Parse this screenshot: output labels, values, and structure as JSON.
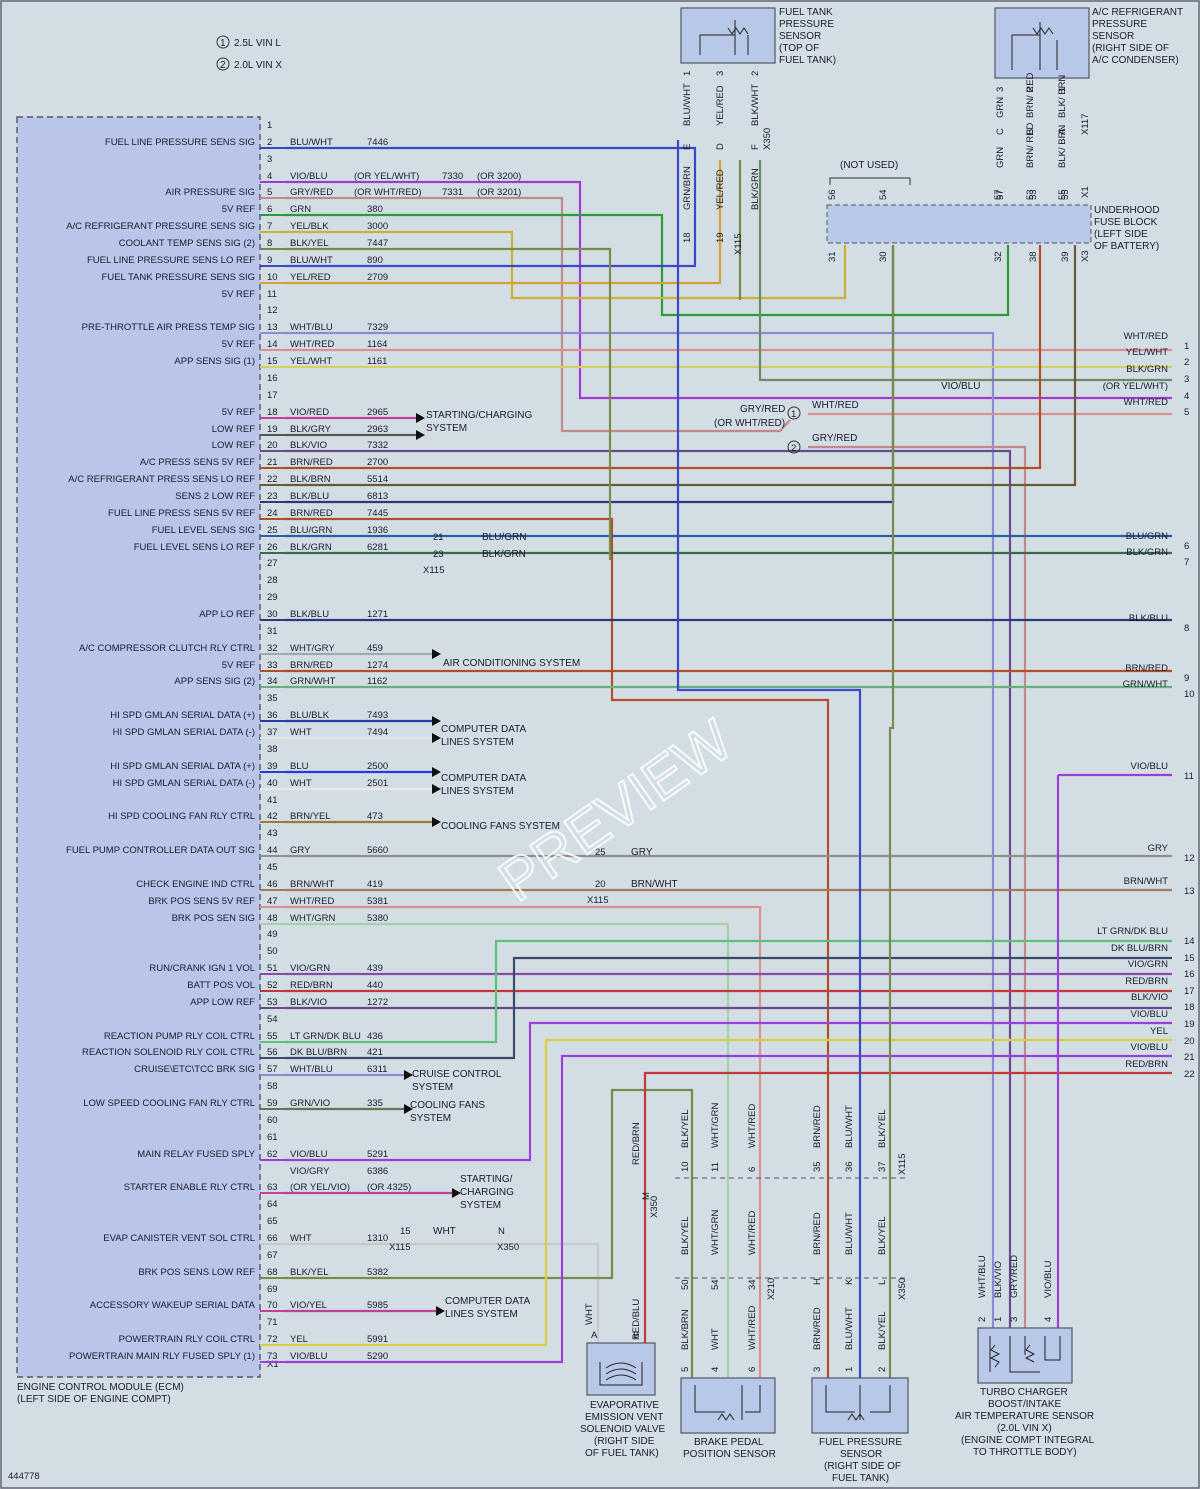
{
  "legend": [
    {
      "num": "1",
      "text": "2.5L VIN L"
    },
    {
      "num": "2",
      "text": "2.0L VIN X"
    }
  ],
  "ecm": {
    "name": "ENGINE CONTROL MODULE (ECM)",
    "location": "(LEFT SIDE OF ENGINE COMPT)",
    "connector": "X1"
  },
  "ecm_rows": [
    {
      "pin": "1"
    },
    {
      "pin": "2",
      "name": "FUEL LINE PRESSURE SENS SIG",
      "color": "BLU/WHT",
      "circuit": "7446",
      "stroke": "#3a49c8"
    },
    {
      "pin": "3"
    },
    {
      "pin": "4",
      "color": "VIO/BLU",
      "alt": "(OR YEL/WHT)",
      "circuit": "7330",
      "circuit_alt": "(OR 3200)",
      "stroke": "#a03ad0"
    },
    {
      "pin": "5",
      "name": "AIR PRESSURE SIG",
      "color": "GRY/RED",
      "alt": "(OR WHT/RED)",
      "circuit": "7331",
      "circuit_alt": "(OR 3201)",
      "stroke": "#c08a8a"
    },
    {
      "pin": "6",
      "name": "5V REF",
      "color": "GRN",
      "circuit": "380",
      "stroke": "#2e9b3a"
    },
    {
      "pin": "7",
      "name": "A/C REFRIGERANT PRESSURE SENS SIG",
      "color": "YEL/BLK",
      "circuit": "3000",
      "stroke": "#c9b23a"
    },
    {
      "pin": "8",
      "name": "COOLANT TEMP SENS SIG (2)",
      "color": "BLK/YEL",
      "circuit": "7447",
      "stroke": "#7a8a4a"
    },
    {
      "pin": "9",
      "name": "FUEL LINE PRESSURE SENS LO REF",
      "color": "BLU/WHT",
      "circuit": "890",
      "stroke": "#3a49c8"
    },
    {
      "pin": "10",
      "name": "FUEL TANK PRESSURE SENS SIG",
      "color": "YEL/RED",
      "circuit": "2709",
      "stroke": "#d8a038"
    },
    {
      "pin": "11",
      "name": "5V REF"
    },
    {
      "pin": "12"
    },
    {
      "pin": "13",
      "name": "PRE-THROTTLE AIR PRESS TEMP SIG",
      "color": "WHT/BLU",
      "circuit": "7329",
      "stroke": "#8a8ad8"
    },
    {
      "pin": "14",
      "name": "5V REF",
      "color": "WHT/RED",
      "circuit": "1164",
      "stroke": "#d89090"
    },
    {
      "pin": "15",
      "name": "APP SENS SIG (1)",
      "color": "YEL/WHT",
      "circuit": "1161",
      "stroke": "#d6d060"
    },
    {
      "pin": "16"
    },
    {
      "pin": "17"
    },
    {
      "pin": "18",
      "name": "5V REF",
      "color": "VIO/RED",
      "circuit": "2965",
      "stroke": "#c0409a"
    },
    {
      "pin": "19",
      "name": "LOW REF",
      "color": "BLK/GRY",
      "circuit": "2963",
      "stroke": "#555"
    },
    {
      "pin": "20",
      "name": "LOW REF",
      "color": "BLK/VIO",
      "circuit": "7332",
      "stroke": "#6a4a8a"
    },
    {
      "pin": "21",
      "name": "A/C PRESS SENS 5V REF",
      "color": "BRN/RED",
      "circuit": "2700",
      "stroke": "#b0502a"
    },
    {
      "pin": "22",
      "name": "A/C REFRIGERANT PRESS SENS LO REF",
      "color": "BLK/BRN",
      "circuit": "5514",
      "stroke": "#6a5a3a"
    },
    {
      "pin": "23",
      "name": "SENS 2 LOW REF",
      "color": "BLK/BLU",
      "circuit": "6813",
      "stroke": "#2a3a7a"
    },
    {
      "pin": "24",
      "name": "FUEL LINE PRESS SENS 5V REF",
      "color": "BRN/RED",
      "circuit": "7445",
      "stroke": "#b0502a"
    },
    {
      "pin": "25",
      "name": "FUEL LEVEL SENS SIG",
      "color": "BLU/GRN",
      "circuit": "1936",
      "stroke": "#2a60a8"
    },
    {
      "pin": "26",
      "name": "FUEL LEVEL SENS LO REF",
      "color": "BLK/GRN",
      "circuit": "6281",
      "stroke": "#3a6a4a"
    },
    {
      "pin": "27"
    },
    {
      "pin": "28"
    },
    {
      "pin": "29"
    },
    {
      "pin": "30",
      "name": "APP LO REF",
      "color": "BLK/BLU",
      "circuit": "1271",
      "stroke": "#2a3a7a"
    },
    {
      "pin": "31"
    },
    {
      "pin": "32",
      "name": "A/C COMPRESSOR CLUTCH RLY CTRL",
      "color": "WHT/GRY",
      "circuit": "459",
      "stroke": "#a0a8b0"
    },
    {
      "pin": "33",
      "name": "5V REF",
      "color": "BRN/RED",
      "circuit": "1274",
      "stroke": "#b0502a"
    },
    {
      "pin": "34",
      "name": "APP SENS SIG (2)",
      "color": "GRN/WHT",
      "circuit": "1162",
      "stroke": "#6ab07a"
    },
    {
      "pin": "35"
    },
    {
      "pin": "36",
      "name": "HI SPD GMLAN SERIAL DATA (+)",
      "color": "BLU/BLK",
      "circuit": "7493",
      "stroke": "#2a3aa8"
    },
    {
      "pin": "37",
      "name": "HI SPD GMLAN SERIAL DATA (-)",
      "color": "WHT",
      "circuit": "7494",
      "stroke": "#e8e8e8"
    },
    {
      "pin": "38"
    },
    {
      "pin": "39",
      "name": "HI SPD GMLAN SERIAL DATA (+)",
      "color": "BLU",
      "circuit": "2500",
      "stroke": "#2a3ae0"
    },
    {
      "pin": "40",
      "name": "HI SPD GMLAN SERIAL DATA (-)",
      "color": "WHT",
      "circuit": "2501",
      "stroke": "#e8e8e8"
    },
    {
      "pin": "41"
    },
    {
      "pin": "42",
      "name": "HI SPD COOLING FAN RLY CTRL",
      "color": "BRN/YEL",
      "circuit": "473",
      "stroke": "#a07a30"
    },
    {
      "pin": "43"
    },
    {
      "pin": "44",
      "name": "FUEL PUMP CONTROLLER DATA OUT SIG",
      "color": "GRY",
      "circuit": "5660",
      "stroke": "#909090"
    },
    {
      "pin": "45"
    },
    {
      "pin": "46",
      "name": "CHECK ENGINE IND CTRL",
      "color": "BRN/WHT",
      "circuit": "419",
      "stroke": "#a07a5a"
    },
    {
      "pin": "47",
      "name": "BRK POS SENS 5V REF",
      "color": "WHT/RED",
      "circuit": "5381",
      "stroke": "#d89090"
    },
    {
      "pin": "48",
      "name": "BRK POS SEN SIG",
      "color": "WHT/GRN",
      "circuit": "5380",
      "stroke": "#a8d0a8"
    },
    {
      "pin": "49"
    },
    {
      "pin": "50"
    },
    {
      "pin": "51",
      "name": "RUN/CRANK IGN 1 VOL",
      "color": "VIO/GRN",
      "circuit": "439",
      "stroke": "#8a4aa8"
    },
    {
      "pin": "52",
      "name": "BATT POS VOL",
      "color": "RED/BRN",
      "circuit": "440",
      "stroke": "#c03a3a"
    },
    {
      "pin": "53",
      "name": "APP LOW REF",
      "color": "BLK/VIO",
      "circuit": "1272",
      "stroke": "#6a4a8a"
    },
    {
      "pin": "54"
    },
    {
      "pin": "55",
      "name": "REACTION PUMP RLY COIL CTRL",
      "color": "LT GRN/DK BLU",
      "circuit": "436",
      "stroke": "#5ac07a"
    },
    {
      "pin": "56",
      "name": "REACTION SOLENOID RLY COIL CTRL",
      "color": "DK BLU/BRN",
      "circuit": "421",
      "stroke": "#3a4a6a"
    },
    {
      "pin": "57",
      "name": "CRUISE\\ETC\\TCC BRK SIG",
      "color": "WHT/BLU",
      "circuit": "6311",
      "stroke": "#8a8ad8"
    },
    {
      "pin": "58"
    },
    {
      "pin": "59",
      "name": "LOW SPEED COOLING FAN RLY CTRL",
      "color": "GRN/VIO",
      "circuit": "335",
      "stroke": "#5a7a5a"
    },
    {
      "pin": "60"
    },
    {
      "pin": "61"
    },
    {
      "pin": "62",
      "name": "MAIN RELAY FUSED SPLY",
      "color": "VIO/BLU",
      "circuit": "5291",
      "stroke": "#9a40d8"
    },
    {
      "pin": "",
      "color": "VIO/GRY",
      "circuit": "6386"
    },
    {
      "pin": "63",
      "name": "STARTER ENABLE RLY CTRL",
      "color": "(OR YEL/VIO)",
      "circuit": "(OR 4325)",
      "stroke": "#c040a0"
    },
    {
      "pin": "64"
    },
    {
      "pin": "65"
    },
    {
      "pin": "66",
      "name": "EVAP CANISTER VENT SOL CTRL",
      "color": "WHT",
      "circuit": "1310",
      "stroke": "#c8c8c8"
    },
    {
      "pin": "67"
    },
    {
      "pin": "68",
      "name": "BRK POS SENS LOW REF",
      "color": "BLK/YEL",
      "circuit": "5382",
      "stroke": "#7a8a4a"
    },
    {
      "pin": "69"
    },
    {
      "pin": "70",
      "name": "ACCESSORY WAKEUP SERIAL DATA",
      "color": "VIO/YEL",
      "circuit": "5985",
      "stroke": "#c0409a"
    },
    {
      "pin": "71"
    },
    {
      "pin": "72",
      "name": "POWERTRAIN RLY COIL CTRL",
      "color": "YEL",
      "circuit": "5991",
      "stroke": "#d8d040"
    },
    {
      "pin": "73",
      "name": "POWERTRAIN MAIN RLY FUSED SPLY (1)",
      "color": "VIO/BLU",
      "circuit": "5290",
      "stroke": "#9a40d8"
    }
  ],
  "system_refs": {
    "starting_charging": [
      "STARTING/CHARGING",
      "SYSTEM"
    ],
    "ac_system": "AIR CONDITIONING SYSTEM",
    "computer_data": [
      "COMPUTER DATA",
      "LINES SYSTEM"
    ],
    "cooling_fans": "COOLING FANS SYSTEM",
    "cruise_control": [
      "CRUISE CONTROL",
      "SYSTEM"
    ],
    "cooling_fans_2": [
      "COOLING FANS",
      "SYSTEM"
    ],
    "starting_charging_2": [
      "STARTING/",
      "CHARGING",
      "SYSTEM"
    ]
  },
  "right_wires": [
    {
      "num": "1",
      "color": "WHT/RED"
    },
    {
      "num": "2",
      "color": "YEL/WHT"
    },
    {
      "num": "3",
      "color": "BLK/GRN"
    },
    {
      "num": "4",
      "color": "(OR YEL/WHT)"
    },
    {
      "num": "5",
      "color": "WHT/RED"
    },
    {
      "num": "6",
      "color": "BLU/GRN"
    },
    {
      "num": "7",
      "color": "BLK/GRN"
    },
    {
      "num": "8",
      "color": "BLK/BLU"
    },
    {
      "num": "9",
      "color": "BRN/RED"
    },
    {
      "num": "10",
      "color": "GRN/WHT"
    },
    {
      "num": "11",
      "color": "VIO/BLU"
    },
    {
      "num": "12",
      "color": "GRY"
    },
    {
      "num": "13",
      "color": "BRN/WHT"
    },
    {
      "num": "14",
      "color": "LT GRN/DK BLU"
    },
    {
      "num": "15",
      "color": "DK BLU/BRN"
    },
    {
      "num": "16",
      "color": "VIO/GRN"
    },
    {
      "num": "17",
      "color": "RED/BRN"
    },
    {
      "num": "18",
      "color": "BLK/VIO"
    },
    {
      "num": "19",
      "color": "VIO/BLU"
    },
    {
      "num": "20",
      "color": "YEL"
    },
    {
      "num": "21",
      "color": "VIO/BLU"
    },
    {
      "num": "22",
      "color": "RED/BRN"
    }
  ],
  "misc_labels": {
    "vio_blu": "VIO/BLU",
    "gry_red": "GRY/RED",
    "or_wht_red": "(OR WHT/RED)",
    "wht_red": "WHT/RED",
    "gry_red_2": "GRY/RED",
    "not_used": "(NOT USED)",
    "x115": "X115",
    "x350": "X350",
    "x210": "X210",
    "x1": "X1",
    "x3": "X3",
    "x117": "X117",
    "splice_21": "21",
    "splice_23": "23",
    "splice_25": "25",
    "splice_20": "20",
    "splice_15": "15",
    "splice_n": "N",
    "blu_grn": "BLU/GRN",
    "blk_grn": "BLK/GRN",
    "gry": "GRY",
    "brn_wht": "BRN/WHT",
    "wht": "WHT"
  },
  "components": {
    "fuel_tank_pressure_sensor": [
      "FUEL TANK",
      "PRESSURE",
      "SENSOR",
      "(TOP OF",
      "FUEL TANK)"
    ],
    "ac_refrigerant_pressure_sensor": [
      "A/C REFRIGERANT",
      "PRESSURE",
      "SENSOR",
      "(RIGHT SIDE OF",
      "A/C CONDENSER)"
    ],
    "underhood_fuse_block": [
      "UNDERHOOD",
      "FUSE BLOCK",
      "(LEFT SIDE",
      "OF BATTERY)"
    ],
    "evap_vent_valve": [
      "EVAPORATIVE",
      "EMISSION VENT",
      "SOLENOID VALVE",
      "(RIGHT SIDE",
      "OF FUEL TANK)"
    ],
    "brake_pedal_sensor": [
      "BRAKE PEDAL",
      "POSITION SENSOR"
    ],
    "fuel_pressure_sensor": [
      "FUEL PRESSURE",
      "SENSOR",
      "(RIGHT SIDE OF",
      "FUEL TANK)"
    ],
    "turbo_sensor": [
      "TURBO CHARGER",
      "BOOST/INTAKE",
      "AIR TEMPERATURE SENSOR",
      "(2.0L VIN X)",
      "(ENGINE COMPT INTEGRAL",
      "TO THROTTLE BODY)"
    ]
  },
  "fuel_tank_pins": [
    {
      "num": "1",
      "letter": "E",
      "upper": "BLU/WHT",
      "lower": "GRN/BRN",
      "lowpin": "18"
    },
    {
      "num": "3",
      "letter": "D",
      "upper": "YEL/RED",
      "lower": "YEL/RED",
      "lowpin": "19"
    },
    {
      "num": "2",
      "letter": "F",
      "upper": "BLK/WHT",
      "lower": "BLK/GRN",
      "lowpin": ""
    }
  ],
  "ac_pins": [
    {
      "num": "3",
      "letter": "C",
      "upper": "GRN",
      "lower": "GRN",
      "lowpin": "57"
    },
    {
      "num": "2",
      "letter": "B",
      "upper": "BRN/ RED",
      "lower": "BRN/ RED",
      "lowpin": "53"
    },
    {
      "num": "1",
      "letter": "A",
      "upper": "BLK/ BRN",
      "lower": "BLK/ BRN",
      "lowpin": "55"
    }
  ],
  "fuse_block_pins": [
    "56",
    "54",
    "57",
    "53",
    "55",
    "31",
    "30",
    "32",
    "38",
    "39"
  ],
  "lower_connectors": {
    "evap": [
      {
        "pin": "A",
        "wire": "WHT"
      },
      {
        "pin": "B",
        "wire": "RED/BLU"
      }
    ],
    "evap_mid": {
      "wire": "RED/BRN",
      "pin": "M"
    },
    "brake_upper": [
      {
        "num": "10",
        "wire": "BLK/YEL"
      },
      {
        "num": "11",
        "wire": "WHT/GRN"
      },
      {
        "num": "6",
        "wire": "WHT/RED"
      }
    ],
    "brake_mid": [
      {
        "num": "50",
        "wire": "BLK/YEL"
      },
      {
        "num": "54",
        "wire": "WHT/GRN"
      },
      {
        "num": "34",
        "wire": "WHT/RED"
      }
    ],
    "brake_lower": [
      {
        "num": "5",
        "wire": "BLK/BRN"
      },
      {
        "num": "4",
        "wire": "WHT"
      },
      {
        "num": "6",
        "wire": "WHT/RED"
      }
    ],
    "fuel_upper": [
      {
        "num": "35",
        "wire": "BRN/RED"
      },
      {
        "num": "36",
        "wire": "BLU/WHT"
      },
      {
        "num": "37",
        "wire": "BLK/YEL"
      }
    ],
    "fuel_mid": [
      {
        "num": "H",
        "wire": "BRN/RED"
      },
      {
        "num": "K",
        "wire": "BLU/WHT"
      },
      {
        "num": "L",
        "wire": "BLK/YEL"
      }
    ],
    "fuel_lower": [
      {
        "num": "3",
        "wire": "BRN/RED"
      },
      {
        "num": "1",
        "wire": "BLU/WHT"
      },
      {
        "num": "2",
        "wire": "BLK/YEL"
      }
    ],
    "turbo": [
      {
        "num": "2",
        "wire": "WHT/BLU"
      },
      {
        "num": "1",
        "wire": "BLK/VIO"
      },
      {
        "num": "3",
        "wire": "GRY/RED"
      },
      {
        "num": "4",
        "wire": "VIO/BLU"
      }
    ]
  },
  "footer_id": "444778",
  "watermark": "PREVIEW"
}
